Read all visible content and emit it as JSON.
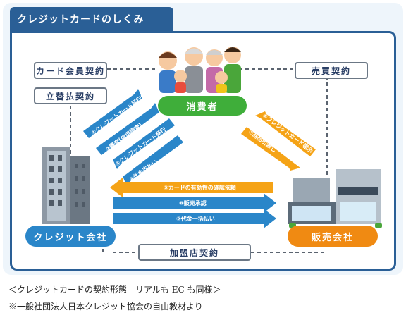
{
  "title": "クレジットカードのしくみ",
  "contracts": {
    "card_member": "カード会員契約",
    "advance_payment": "立替払契約",
    "sales": "売買契約",
    "merchant": "加盟店契約"
  },
  "parties": {
    "consumer": "消費者",
    "credit_company": "クレジット会社",
    "store": "販売会社"
  },
  "flows": {
    "f1": "①クレジットカード発行申込み",
    "f2": "②審査(信用調査)",
    "f3": "③クレジットカード発行",
    "f4": "④代金支払い",
    "f5": "⑤カードの有効性の確認依頼",
    "f6": "⑥クレジットカード提示",
    "f7": "⑦商品引渡し",
    "f8": "⑧販売承認",
    "f9": "⑨代金一括払い"
  },
  "captions": {
    "line1": "＜クレジットカードの契約形態　リアルも EC も同様＞",
    "line2": "※一般社団法人日本クレジット協会の自由教材より"
  },
  "colors": {
    "frame": "#2a5f96",
    "consumer": "#3fae3a",
    "credit_company": "#2a86c9",
    "store": "#f08a12",
    "arrow_blue": "#2a86c9",
    "arrow_orange": "#f5a316"
  }
}
